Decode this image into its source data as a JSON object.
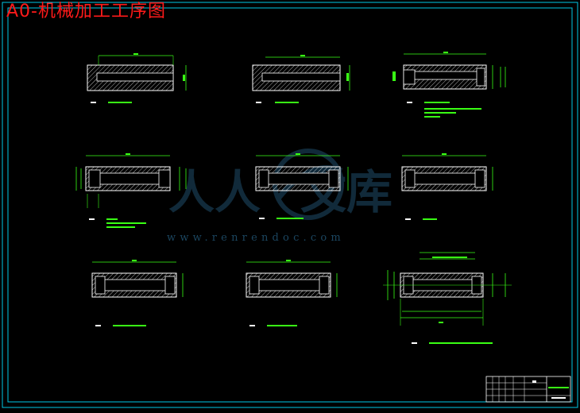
{
  "sheet": {
    "title": "A0-机械加工工序图",
    "watermark_brand": "人人文库",
    "watermark_url": "www.renrendoc.com"
  },
  "colors": {
    "background": "#000000",
    "frame": "#00c8e6",
    "part_outline": "#ffffff",
    "dimension": "#39ff14",
    "title": "#ff1a1a",
    "watermark": "#1f4e6b"
  }
}
